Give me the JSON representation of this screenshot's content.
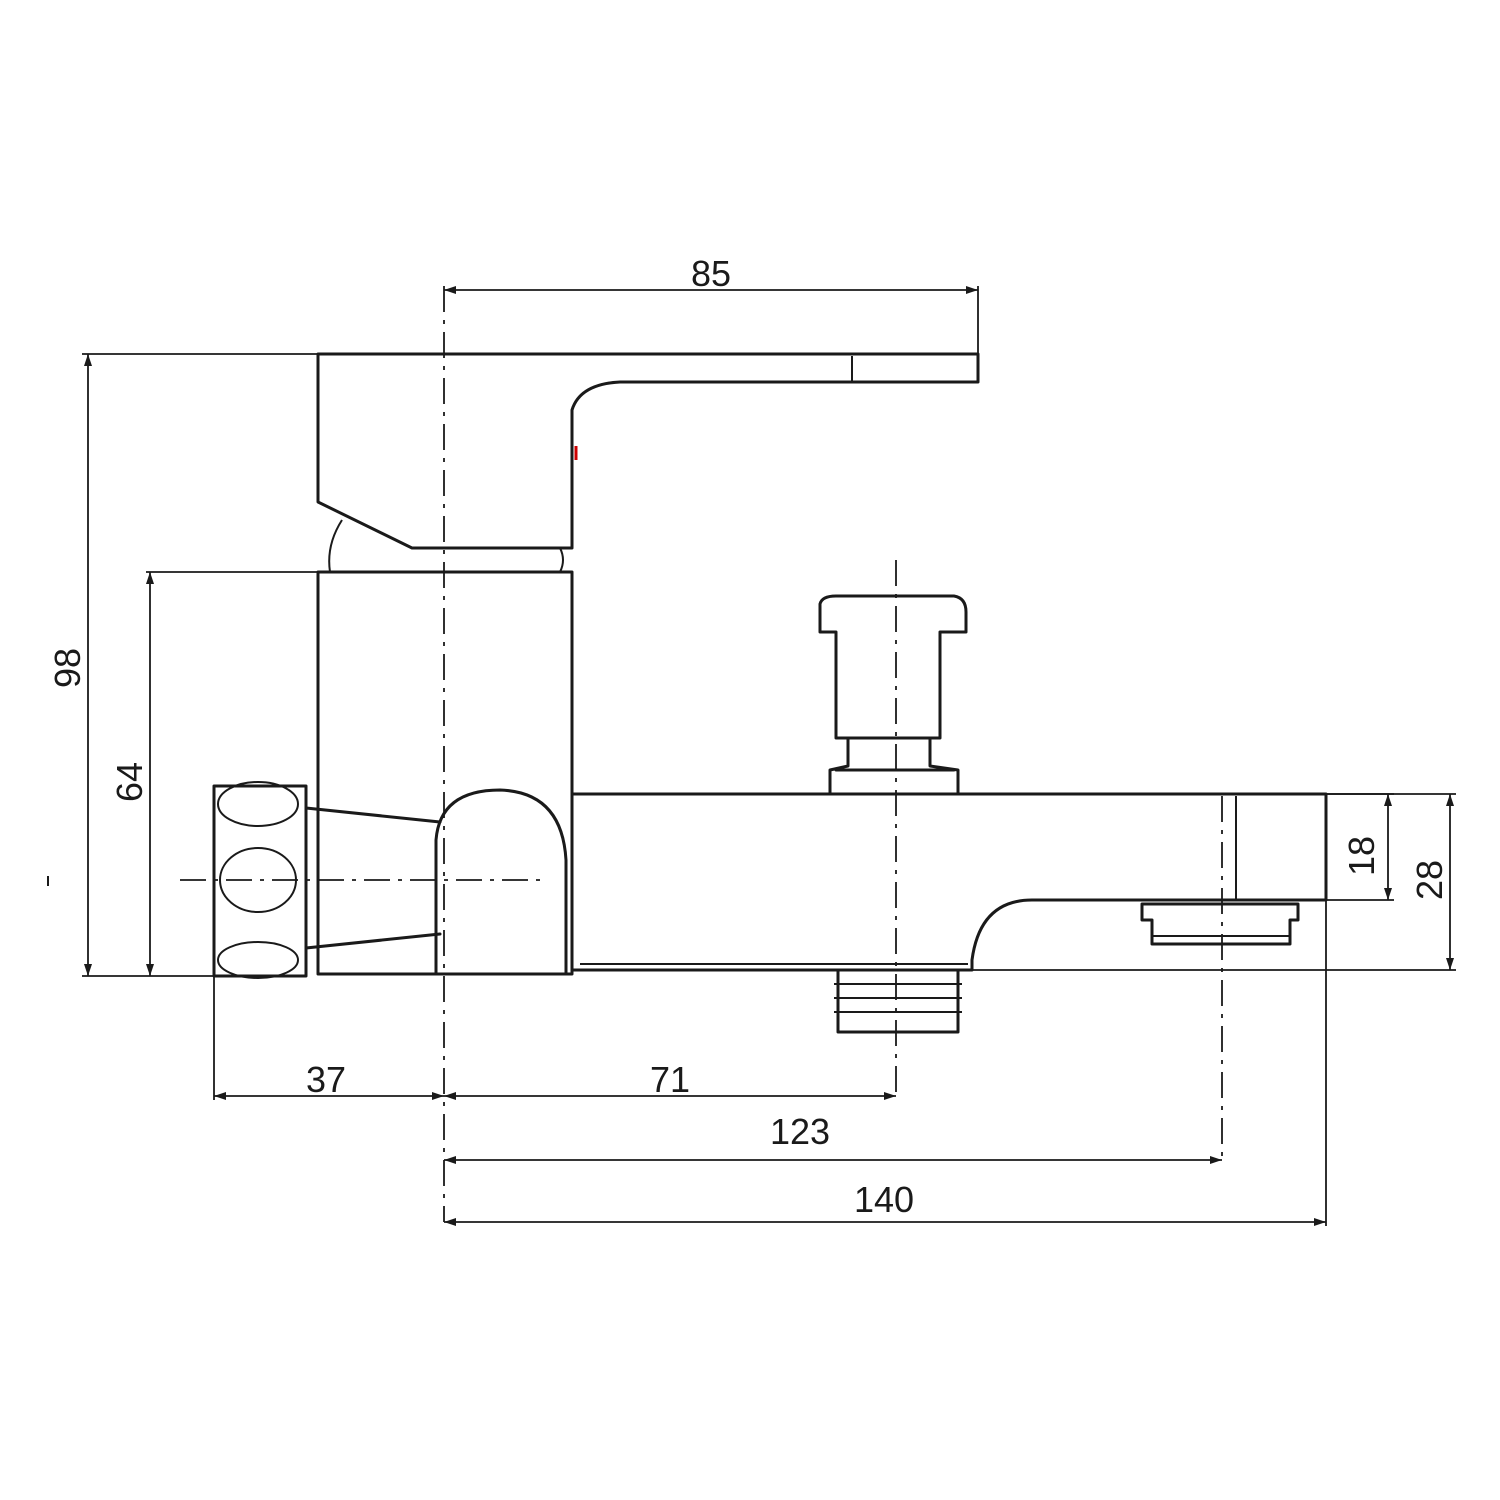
{
  "dimensions": {
    "handle_length": "85",
    "total_height": "98",
    "body_height": "64",
    "inlet_offset": "37",
    "diverter_offset": "71",
    "spout_outlet": "123",
    "spout_length": "140",
    "spout_thickness": "18",
    "spout_height": "28"
  }
}
